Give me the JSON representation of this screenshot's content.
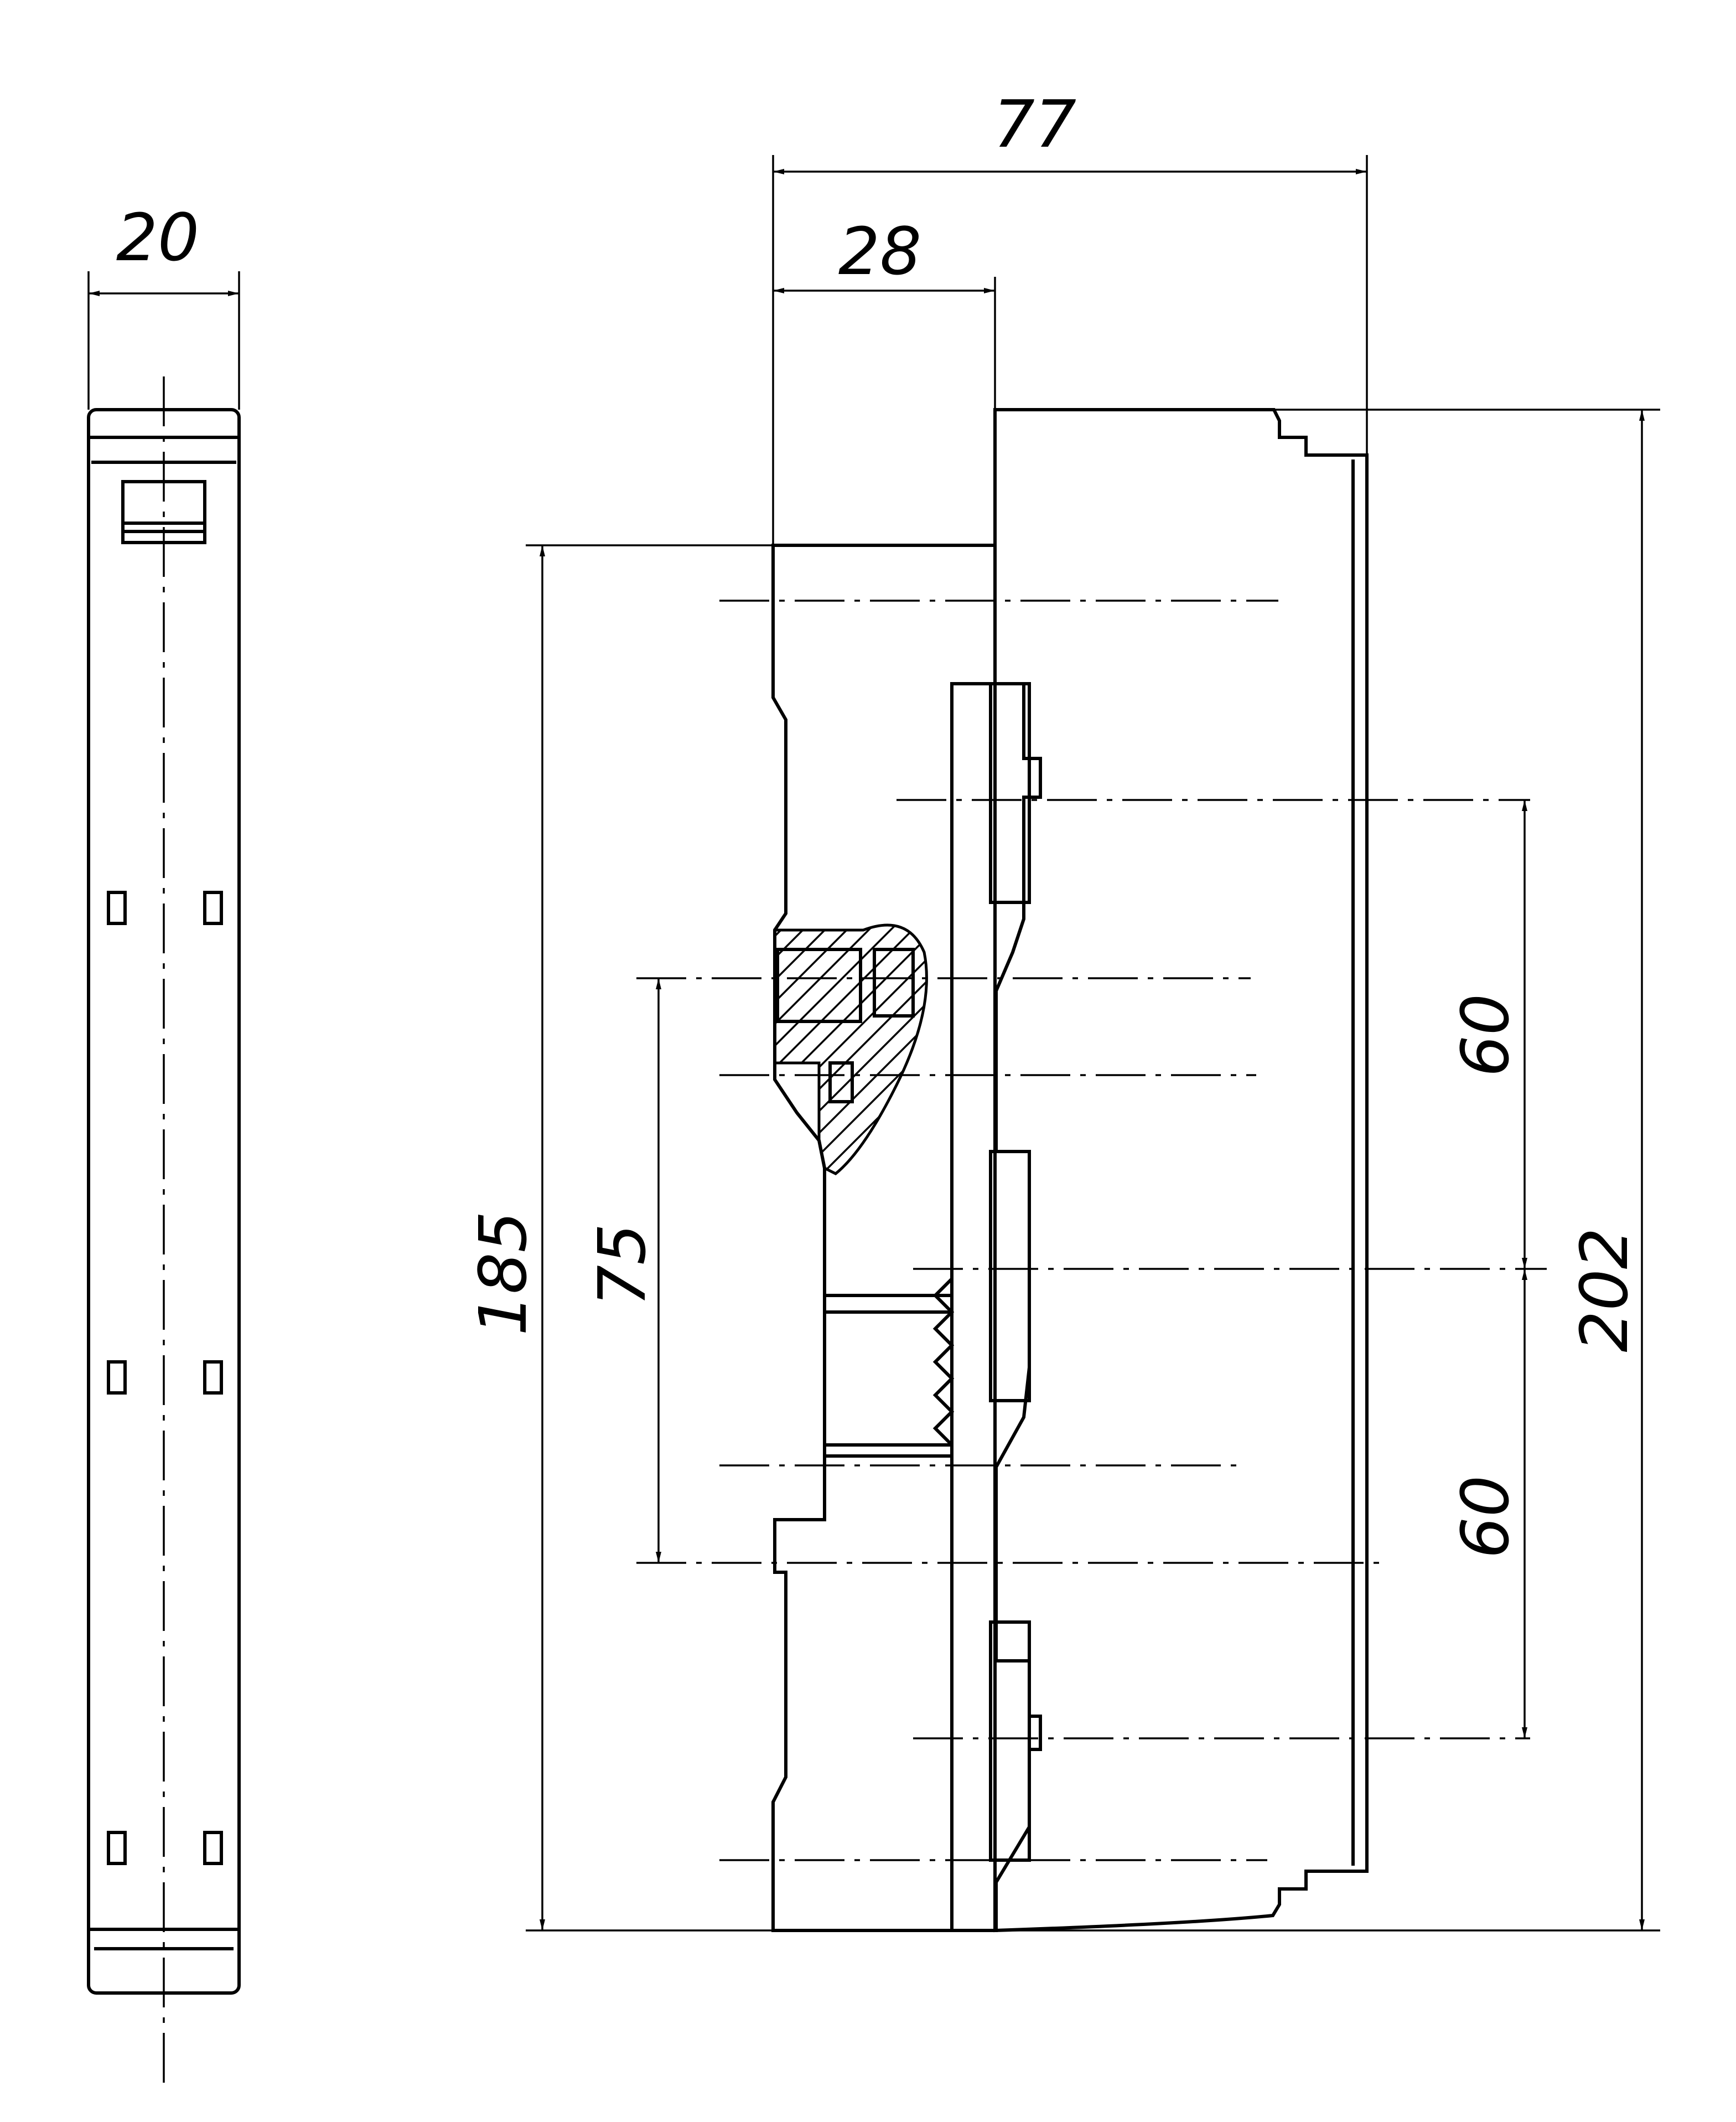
{
  "dimensions": {
    "side_width": "20",
    "overall_depth": "77",
    "front_depth": "28",
    "overall_height": "202",
    "mount_height": "185",
    "hole_spacing": "75",
    "pitch_upper": "60",
    "pitch_lower": "60"
  },
  "colors": {
    "line": "#000000",
    "background": "#ffffff"
  }
}
